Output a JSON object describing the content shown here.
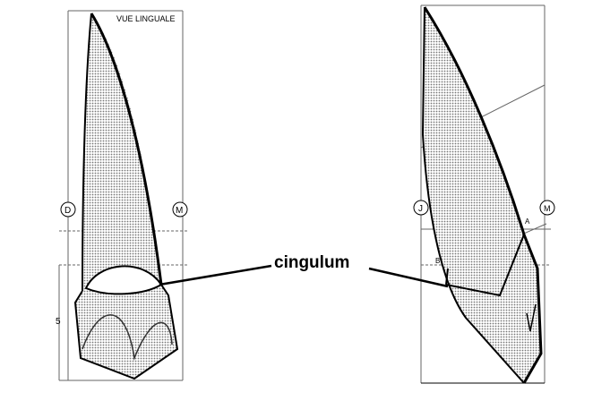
{
  "title_left": "VUE LINGUALE",
  "label_cingulum": "cingulum",
  "left_markers": {
    "distal": "D",
    "mesial": "M",
    "measure": "5"
  },
  "right_markers": {
    "left": "J",
    "right": "M",
    "point_a": "A",
    "point_b": "B"
  },
  "colors": {
    "ink": "#000000",
    "shade": "#888888"
  }
}
